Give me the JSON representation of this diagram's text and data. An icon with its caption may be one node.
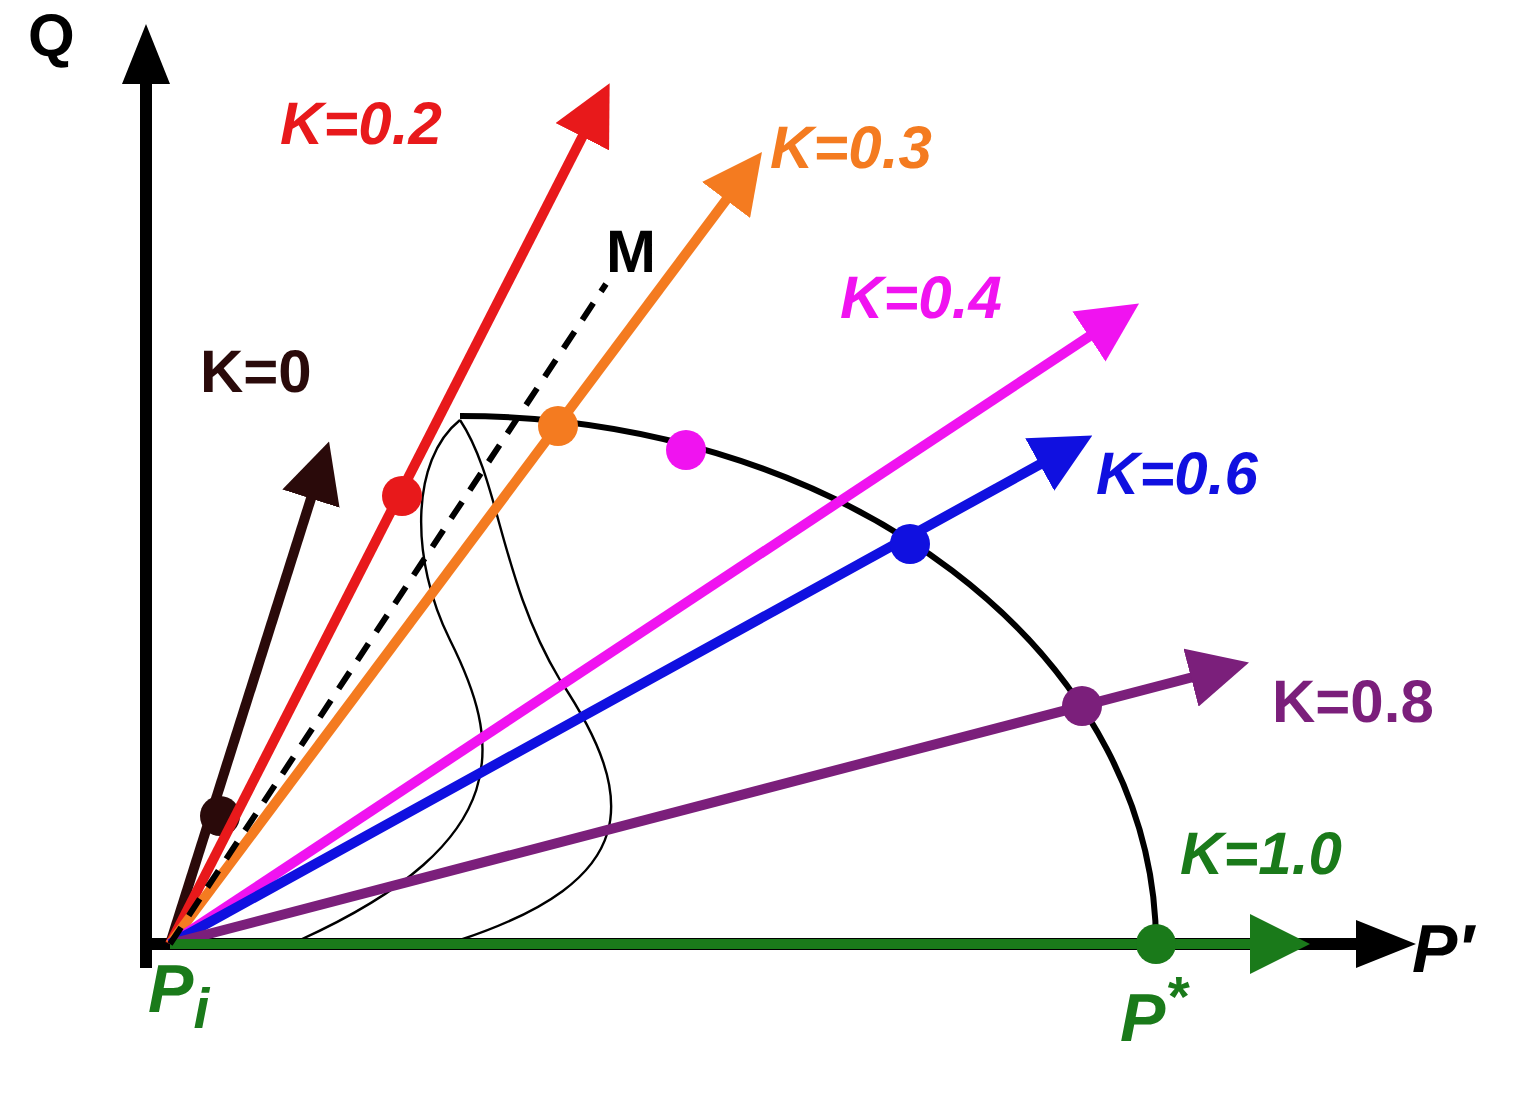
{
  "diagram": {
    "nodes": [
      {
        "text": [
          "P$_{i}$"
        ]
      },
      {
        "text": [
          "M"
        ]
      }
    ],
    "edges": [
      {
        "from": 0,
        "to": null,
        "arrow": "to",
        "label": "K=0",
        "color": "#2a0a0a"
      },
      {
        "from": 0,
        "to": null,
        "arrow": "to",
        "label": "K=0.2",
        "color": "#e8191b"
      },
      {
        "from": 0,
        "to": null,
        "arrow": "to",
        "label": "K=0.3",
        "color": "#f47b20"
      },
      {
        "from": 0,
        "to": null,
        "arrow": "to",
        "label": "K=0.4",
        "color": "#f013f0"
      },
      {
        "from": 0,
        "to": null,
        "arrow": "to",
        "label": "K=0.6",
        "color": "#1010e0"
      },
      {
        "from": 0,
        "to": null,
        "arrow": "to",
        "label": "K=0.8",
        "color": "#7b1f7b"
      },
      {
        "from": 0,
        "to": null,
        "arrow": "to",
        "label": "K=1.0",
        "color": "#1a7a1a"
      },
      {
        "from": 0,
        "to": 1,
        "arrow": "none",
        "style": "dashed",
        "color": "#000000"
      }
    ],
    "labels": [
      "Q",
      "P′",
      "P$^{*}$"
    ]
  }
}
